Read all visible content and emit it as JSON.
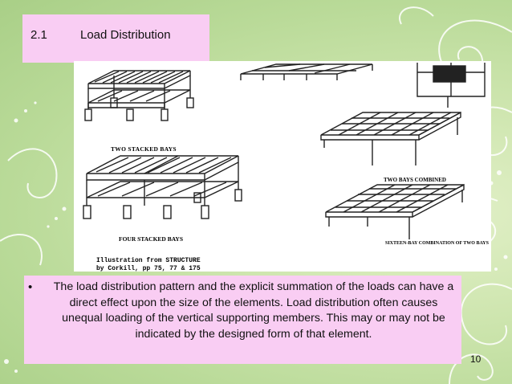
{
  "slide": {
    "title_number": "2.1",
    "title_text": "Load Distribution",
    "figure": {
      "captions": {
        "two_stacked": "TWO STACKED BAYS",
        "four_stacked": "FOUR STACKED BAYS",
        "two_bays_combined": "TWO BAYS COMBINED",
        "sixteen_bay": "SIXTEEN-BAY COMBINATION OF TWO BAYS",
        "illustration_line1": "Illustration from STRUCTURE",
        "illustration_line2": "by Corkill, pp 75, 77 & 175"
      }
    },
    "bullet_symbol": "•",
    "body_text": "The load distribution pattern and the explicit summation of the loads can have a direct effect upon the size of the elements. Load distribution often causes unequal loading of the vertical supporting members. This may or may not be indicated by the designed form of that element.",
    "page_number": "10"
  }
}
